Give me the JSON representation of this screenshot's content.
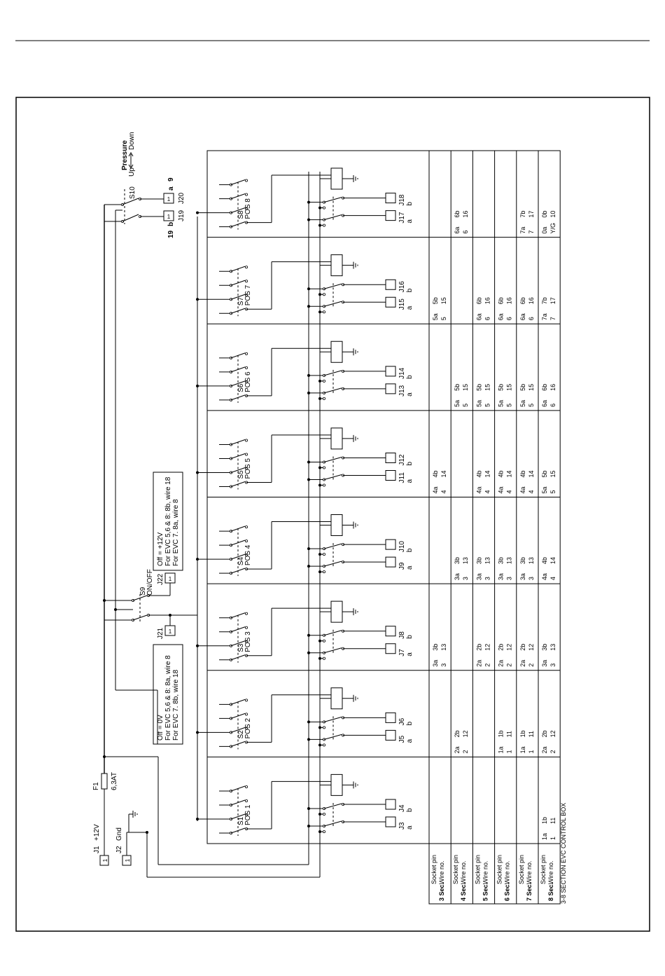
{
  "caption": "3-8 SECTION EVC CONTROL BOX",
  "power": {
    "j1_id": "J1",
    "j1_label": "+12V",
    "j1_pin": "1",
    "j2_id": "J2",
    "j2_label": "Gnd",
    "j2_pin": "1",
    "fuse_id": "F1",
    "fuse_rating": "6,3AT"
  },
  "pressure": {
    "title": "Pressure",
    "up": "Up",
    "down": "Down",
    "switch_id": "S10",
    "j19_id": "J19",
    "j19_pin": "1",
    "j19_wire": "19",
    "j19_sock": "b",
    "j20_id": "J20",
    "j20_pin": "1",
    "j20_wire": "9",
    "j20_sock": "a"
  },
  "onoff": {
    "switch_id": "S9",
    "switch_label": "ON/OFF",
    "j21_id": "J21",
    "j21_pin": "1",
    "j22_id": "J22",
    "j22_pin": "1",
    "note_off0": [
      "Off = 0V",
      "For EVC 5,6 & 8: 8a, wire 8",
      "For EVC 7.          8b, wire 18"
    ],
    "note_off12": [
      "Off = +12V",
      "For EVC 5,6 & 8: 8b, wire 18",
      "For EVC 7.          8a, wire 8"
    ]
  },
  "sections": [
    {
      "switch": "S1",
      "pos": "POS 1",
      "ja": "J3",
      "jb": "J4",
      "sa": "a",
      "sb": "b"
    },
    {
      "switch": "S2",
      "pos": "POS 2",
      "ja": "J5",
      "jb": "J6",
      "sa": "a",
      "sb": "b"
    },
    {
      "switch": "S3",
      "pos": "POS 3",
      "ja": "J7",
      "jb": "J8",
      "sa": "a",
      "sb": "b"
    },
    {
      "switch": "S4",
      "pos": "POS 4",
      "ja": "J9",
      "jb": "J10",
      "sa": "a",
      "sb": "b"
    },
    {
      "switch": "S5",
      "pos": "POS 5",
      "ja": "J11",
      "jb": "J12",
      "sa": "a",
      "sb": "b"
    },
    {
      "switch": "S6",
      "pos": "POS 6",
      "ja": "J13",
      "jb": "J14",
      "sa": "a",
      "sb": "b"
    },
    {
      "switch": "S7",
      "pos": "POS 7",
      "ja": "J15",
      "jb": "J16",
      "sa": "a",
      "sb": "b"
    },
    {
      "switch": "S8",
      "pos": "POS 8",
      "ja": "J17",
      "jb": "J18",
      "sa": "a",
      "sb": "b"
    }
  ],
  "table": {
    "col_socket": "Socket pin",
    "col_wire": "Wire no.",
    "rows": [
      {
        "label": "3 Sec.",
        "cells": [
          {
            "sa": "",
            "sb": "",
            "wa": "",
            "wb": ""
          },
          {
            "sa": "",
            "sb": "",
            "wa": "",
            "wb": ""
          },
          {
            "sa": "3a",
            "sb": "3b",
            "wa": "3",
            "wb": "13"
          },
          {
            "sa": "",
            "sb": "",
            "wa": "",
            "wb": ""
          },
          {
            "sa": "4a",
            "sb": "4b",
            "wa": "4",
            "wb": "14"
          },
          {
            "sa": "",
            "sb": "",
            "wa": "",
            "wb": ""
          },
          {
            "sa": "5a",
            "sb": "5b",
            "wa": "5",
            "wb": "15"
          },
          {
            "sa": "",
            "sb": "",
            "wa": "",
            "wb": ""
          }
        ]
      },
      {
        "label": "4 Sec.",
        "cells": [
          {
            "sa": "",
            "sb": "",
            "wa": "",
            "wb": ""
          },
          {
            "sa": "2a",
            "sb": "2b",
            "wa": "2",
            "wb": "12"
          },
          {
            "sa": "",
            "sb": "",
            "wa": "",
            "wb": ""
          },
          {
            "sa": "3a",
            "sb": "3b",
            "wa": "3",
            "wb": "13"
          },
          {
            "sa": "",
            "sb": "",
            "wa": "",
            "wb": ""
          },
          {
            "sa": "5a",
            "sb": "5b",
            "wa": "5",
            "wb": "15"
          },
          {
            "sa": "",
            "sb": "",
            "wa": "",
            "wb": ""
          },
          {
            "sa": "6a",
            "sb": "6b",
            "wa": "6",
            "wb": "16"
          }
        ]
      },
      {
        "label": "5 Sec.",
        "cells": [
          {
            "sa": "",
            "sb": "",
            "wa": "",
            "wb": ""
          },
          {
            "sa": "",
            "sb": "",
            "wa": "",
            "wb": ""
          },
          {
            "sa": "2a",
            "sb": "2b",
            "wa": "2",
            "wb": "12"
          },
          {
            "sa": "3a",
            "sb": "3b",
            "wa": "3",
            "wb": "13"
          },
          {
            "sa": "4a",
            "sb": "4b",
            "wa": "4",
            "wb": "14"
          },
          {
            "sa": "5a",
            "sb": "5b",
            "wa": "5",
            "wb": "15"
          },
          {
            "sa": "6a",
            "sb": "6b",
            "wa": "6",
            "wb": "16"
          },
          {
            "sa": "",
            "sb": "",
            "wa": "",
            "wb": ""
          }
        ]
      },
      {
        "label": "6 Sec.",
        "cells": [
          {
            "sa": "",
            "sb": "",
            "wa": "",
            "wb": ""
          },
          {
            "sa": "1a",
            "sb": "1b",
            "wa": "1",
            "wb": "11"
          },
          {
            "sa": "2a",
            "sb": "2b",
            "wa": "2",
            "wb": "12"
          },
          {
            "sa": "3a",
            "sb": "3b",
            "wa": "3",
            "wb": "13"
          },
          {
            "sa": "4a",
            "sb": "4b",
            "wa": "4",
            "wb": "14"
          },
          {
            "sa": "5a",
            "sb": "5b",
            "wa": "5",
            "wb": "15"
          },
          {
            "sa": "6a",
            "sb": "6b",
            "wa": "6",
            "wb": "16"
          },
          {
            "sa": "",
            "sb": "",
            "wa": "",
            "wb": ""
          }
        ]
      },
      {
        "label": "7 Sec.",
        "cells": [
          {
            "sa": "",
            "sb": "",
            "wa": "",
            "wb": ""
          },
          {
            "sa": "1a",
            "sb": "1b",
            "wa": "1",
            "wb": "11"
          },
          {
            "sa": "2a",
            "sb": "2b",
            "wa": "2",
            "wb": "12"
          },
          {
            "sa": "3a",
            "sb": "3b",
            "wa": "3",
            "wb": "13"
          },
          {
            "sa": "4a",
            "sb": "4b",
            "wa": "4",
            "wb": "14"
          },
          {
            "sa": "5a",
            "sb": "5b",
            "wa": "5",
            "wb": "15"
          },
          {
            "sa": "6a",
            "sb": "6b",
            "wa": "6",
            "wb": "16"
          },
          {
            "sa": "7a",
            "sb": "7b",
            "wa": "7",
            "wb": "17"
          }
        ]
      },
      {
        "label": "8 Sec.",
        "cells": [
          {
            "sa": "1a",
            "sb": "1b",
            "wa": "1",
            "wb": "11"
          },
          {
            "sa": "2a",
            "sb": "2b",
            "wa": "2",
            "wb": "12"
          },
          {
            "sa": "3a",
            "sb": "3b",
            "wa": "3",
            "wb": "13"
          },
          {
            "sa": "4a",
            "sb": "4b",
            "wa": "4",
            "wb": "14"
          },
          {
            "sa": "5a",
            "sb": "5b",
            "wa": "5",
            "wb": "15"
          },
          {
            "sa": "6a",
            "sb": "6b",
            "wa": "6",
            "wb": "16"
          },
          {
            "sa": "7a",
            "sb": "7b",
            "wa": "7",
            "wb": "17"
          },
          {
            "sa": "0a",
            "sb": "0b",
            "wa": "Y/G",
            "wb": "10"
          }
        ]
      }
    ]
  }
}
